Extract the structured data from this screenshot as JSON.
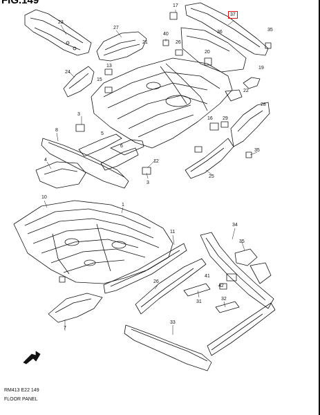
{
  "header": {
    "fig_title": "FIG.149"
  },
  "footer": {
    "code": "RM413 E22  149",
    "caption": "FLOOR PANEL"
  },
  "callouts": {
    "c1": "1",
    "c3a": "3",
    "c3b": "3",
    "c4": "4",
    "c5": "5",
    "c6": "6",
    "c7": "7",
    "c8": "8",
    "c10": "10",
    "c11": "11",
    "c12": "12",
    "c13": "13",
    "c15": "15",
    "c16": "16",
    "c17": "17",
    "c19": "19",
    "c20": "20",
    "c21": "21",
    "c22": "22",
    "c23": "23",
    "c24": "24",
    "c25": "25",
    "c26": "26",
    "c27": "27",
    "c28": "28",
    "c29": "29",
    "c31": "31",
    "c32": "32",
    "c33": "33",
    "c34": "34",
    "c35a": "35",
    "c35b": "35",
    "c36": "36",
    "c37": "37",
    "c40": "40",
    "c41": "41",
    "c42": "42"
  },
  "highlight_color": "#dd1111"
}
